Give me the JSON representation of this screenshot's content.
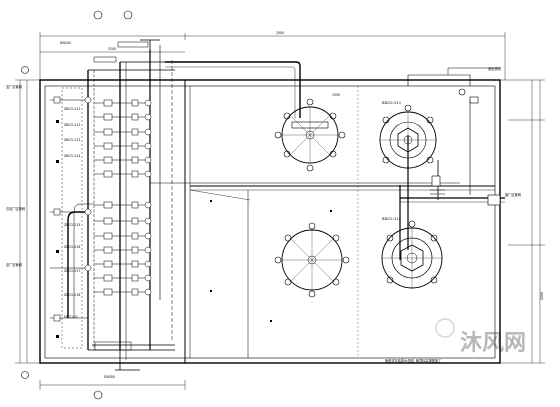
{
  "drawing": {
    "overall_width": "2500",
    "left_top_dim": "3200",
    "right_side_dim": "4200",
    "mid_dim": "1500",
    "tank_labels": [
      "BDC0-311",
      "BDC0-312"
    ],
    "left_labels": [
      "ZBCO-211",
      "ZBCO-212",
      "ZBCO-213",
      "ZBCO-214",
      "ZBCO-215",
      "ZBCO-216",
      "ZBCO-217",
      "ZBCO-218",
      "FBCO-31"
    ],
    "side_notes": [
      "至厂区管网",
      "引自厂区管网",
      "至厂区管网",
      "接厂区管网",
      "DN200",
      "DN300"
    ],
    "bottom_note": "管道详见给排水总图, 管顶标高按图施工",
    "top_note": "参见说明",
    "watermark": "沐风网"
  }
}
